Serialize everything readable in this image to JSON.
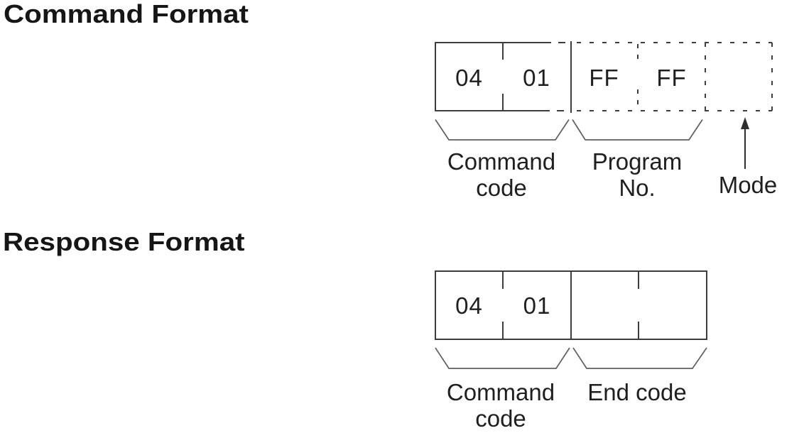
{
  "page": {
    "background": "#ffffff",
    "text_color": "#1f1f1f",
    "box_line_color": "#3d3d3d",
    "brace_line_color": "#5f5f5f",
    "arrow_color": "#2e2e2e"
  },
  "command_section": {
    "heading": "Command Format",
    "frame": {
      "cells": [
        {
          "value": "04",
          "field": "Command code",
          "border": "solid"
        },
        {
          "value": "01",
          "field": "Command code",
          "border": "solid"
        },
        {
          "value": "FF",
          "field": "Program No.",
          "border": "dotted"
        },
        {
          "value": "FF",
          "field": "Program No.",
          "border": "dotted"
        },
        {
          "value": "",
          "field": "Mode",
          "border": "dotted"
        }
      ]
    },
    "labels": {
      "command_code": "Command\ncode",
      "program_no": "Program\nNo.",
      "mode": "Mode"
    }
  },
  "response_section": {
    "heading": "Response Format",
    "frame": {
      "cells": [
        {
          "value": "04",
          "field": "Command code",
          "border": "solid"
        },
        {
          "value": "01",
          "field": "Command code",
          "border": "solid"
        },
        {
          "value": "",
          "field": "End code",
          "border": "solid"
        },
        {
          "value": "",
          "field": "End code",
          "border": "solid"
        }
      ]
    },
    "labels": {
      "command_code": "Command\ncode",
      "end_code": "End code"
    }
  }
}
